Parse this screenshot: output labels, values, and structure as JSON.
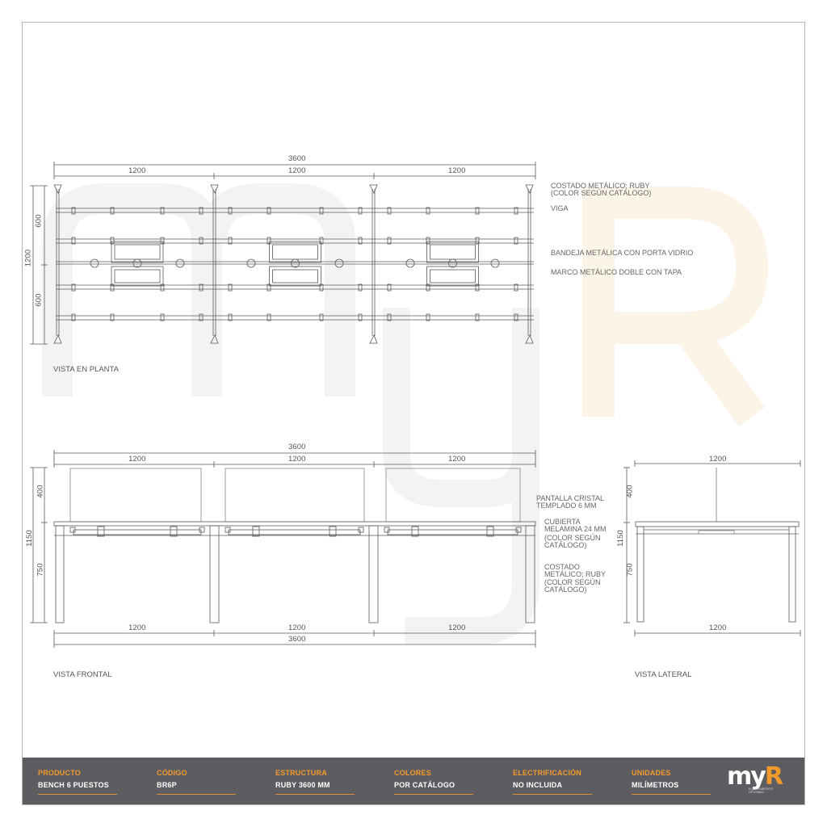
{
  "plan_view": {
    "title": "VISTA EN PLANTA",
    "dims": {
      "total": "3600",
      "seg1": "1200",
      "seg2": "1200",
      "seg3": "1200",
      "depth": "1200",
      "half1": "600",
      "half2": "600"
    },
    "notes": {
      "costado_line1": "COSTADO METÁLICO; RUBY",
      "costado_line2": "(COLOR SEGÚN CATÁLOGO)",
      "viga": "VIGA",
      "bandeja": "BANDEJA METÁLICA CON PORTA VIDRIO",
      "marco": "MARCO METÁLICO DOBLE CON TAPA"
    }
  },
  "front_view": {
    "title": "VISTA FRONTAL",
    "dims": {
      "total_top": "3600",
      "top1": "1200",
      "top2": "1200",
      "top3": "1200",
      "bot1": "1200",
      "bot2": "1200",
      "bot3": "1200",
      "total_bottom": "3600",
      "h_screen": "400",
      "h_total": "1150",
      "h_desk": "750"
    },
    "notes": {
      "pantalla_1": "PANTALLA CRISTAL",
      "pantalla_2": "TEMPLADO 6 MM",
      "cubierta_1": "CUBIERTA",
      "cubierta_2": "MELAMINA 24 MM",
      "cubierta_3": "(COLOR SEGÚN",
      "cubierta_4": "CATÁLOGO)",
      "costado_1": "COSTADO",
      "costado_2": "METÁLICO; RUBY",
      "costado_3": "(COLOR SEGÚN",
      "costado_4": "CATÁLOGO)"
    }
  },
  "side_view": {
    "title": "VISTA LATERAL",
    "dims": {
      "top": "1200",
      "bottom": "1200",
      "h_screen": "400",
      "h_total": "1150",
      "h_desk": "750"
    }
  },
  "footer": {
    "cells": [
      {
        "label": "PRODUCTO",
        "value": "BENCH 6 PUESTOS"
      },
      {
        "label": "CÓDIGO",
        "value": "BR6P"
      },
      {
        "label": "ESTRUCTURA",
        "value": "RUBY 3600 MM"
      },
      {
        "label": "COLORES",
        "value": "POR CATÁLOGO"
      },
      {
        "label": "ELECTRIFICACIÓN",
        "value": "NO INCLUIDA"
      },
      {
        "label": "UNIDADES",
        "value": "MILÍMETROS"
      }
    ],
    "logo": {
      "text_main": "my",
      "text_accent": "R",
      "sub_1": "EQUIPAMIENTO",
      "sub_2": "OFICINAS"
    }
  },
  "colors": {
    "accent": "#f39a2c",
    "footer_bg": "#5c5c61",
    "line": "#555555",
    "watermark": "#f2f2f2",
    "watermark_accent": "#fdf3e6"
  }
}
